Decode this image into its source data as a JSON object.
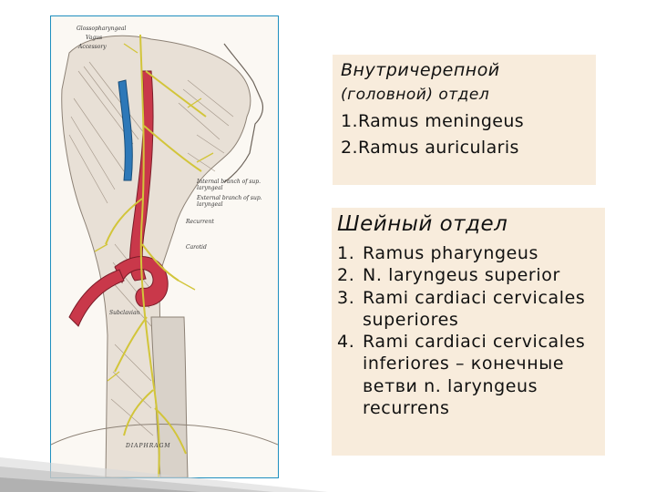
{
  "slide": {
    "accent_color": "#1f8fbf",
    "intracranial_box": {
      "title": "Внутричерепной",
      "subtitle": "(головной) отдел",
      "items": [
        {
          "num": "1.",
          "text": "Ramus meningeus"
        },
        {
          "num": "2.",
          "text": "Ramus auricularis"
        }
      ]
    },
    "cervical_box": {
      "title": "Шейный отдел",
      "items": [
        {
          "num": "1.",
          "text": "Ramus pharyngeus"
        },
        {
          "num": "2.",
          "text": "N. laryngeus superior"
        },
        {
          "num": "3.",
          "text": "Rami cardiaci cervicales superiores"
        },
        {
          "num": "4.",
          "text": "Rami cardiaci cervicales inferiores – конечные ветви n. laryngeus recurrens"
        }
      ]
    }
  },
  "illustration": {
    "labels": {
      "glossopharyngeal": "Glossopharyngeal",
      "vagus": "Vagus",
      "accessory": "Accessory",
      "internal_branch": "Internal branch of sup. laryngeal",
      "external_branch": "External branch of sup. laryngeal",
      "recurrent": "Recurrent",
      "carotid": "Carotid",
      "subclavian": "Subclavian",
      "diaphragm": "DIAPHRAGM"
    }
  }
}
